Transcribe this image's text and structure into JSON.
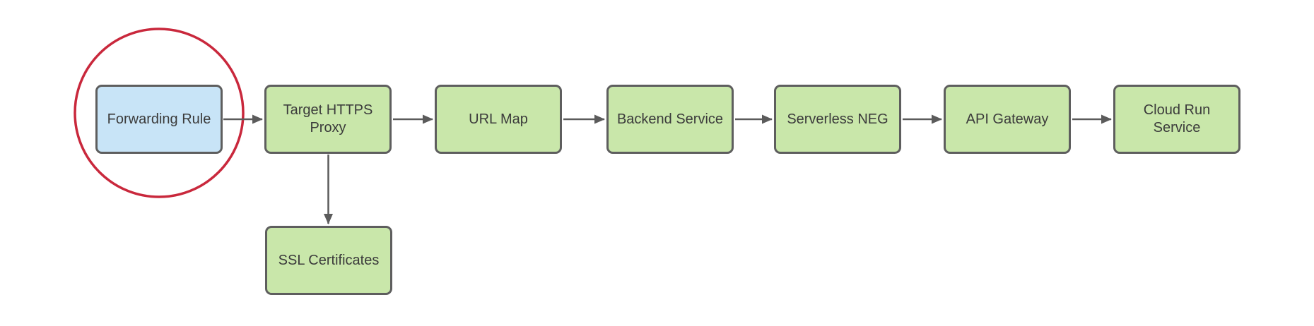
{
  "diagram": {
    "nodes": [
      {
        "id": "forwarding-rule",
        "label": "Forwarding Rule",
        "fill": "#c8e4f7",
        "highlighted": true
      },
      {
        "id": "target-https-proxy",
        "label": "Target HTTPS Proxy",
        "fill": "#c9e7aa",
        "highlighted": false
      },
      {
        "id": "url-map",
        "label": "URL Map",
        "fill": "#c9e7aa",
        "highlighted": false
      },
      {
        "id": "backend-service",
        "label": "Backend Service",
        "fill": "#c9e7aa",
        "highlighted": false
      },
      {
        "id": "serverless-neg",
        "label": "Serverless NEG",
        "fill": "#c9e7aa",
        "highlighted": false
      },
      {
        "id": "api-gateway",
        "label": "API Gateway",
        "fill": "#c9e7aa",
        "highlighted": false
      },
      {
        "id": "cloud-run-service",
        "label": "Cloud Run Service",
        "fill": "#c9e7aa",
        "highlighted": false
      },
      {
        "id": "ssl-certificates",
        "label": "SSL Certificates",
        "fill": "#c9e7aa",
        "highlighted": false
      }
    ],
    "edges": [
      {
        "from": "forwarding-rule",
        "to": "target-https-proxy"
      },
      {
        "from": "target-https-proxy",
        "to": "url-map"
      },
      {
        "from": "url-map",
        "to": "backend-service"
      },
      {
        "from": "backend-service",
        "to": "serverless-neg"
      },
      {
        "from": "serverless-neg",
        "to": "api-gateway"
      },
      {
        "from": "api-gateway",
        "to": "cloud-run-service"
      },
      {
        "from": "target-https-proxy",
        "to": "ssl-certificates"
      }
    ],
    "annotation": {
      "shape": "circle",
      "around": "forwarding-rule",
      "color": "#c9283c"
    },
    "colors": {
      "background": "#ffffff",
      "node_border": "#5e5e5e",
      "arrow": "#5b5b5b",
      "green_fill": "#c9e7aa",
      "blue_fill": "#c8e4f7",
      "text": "#3b3b3b",
      "highlight_red": "#c9283c"
    }
  }
}
